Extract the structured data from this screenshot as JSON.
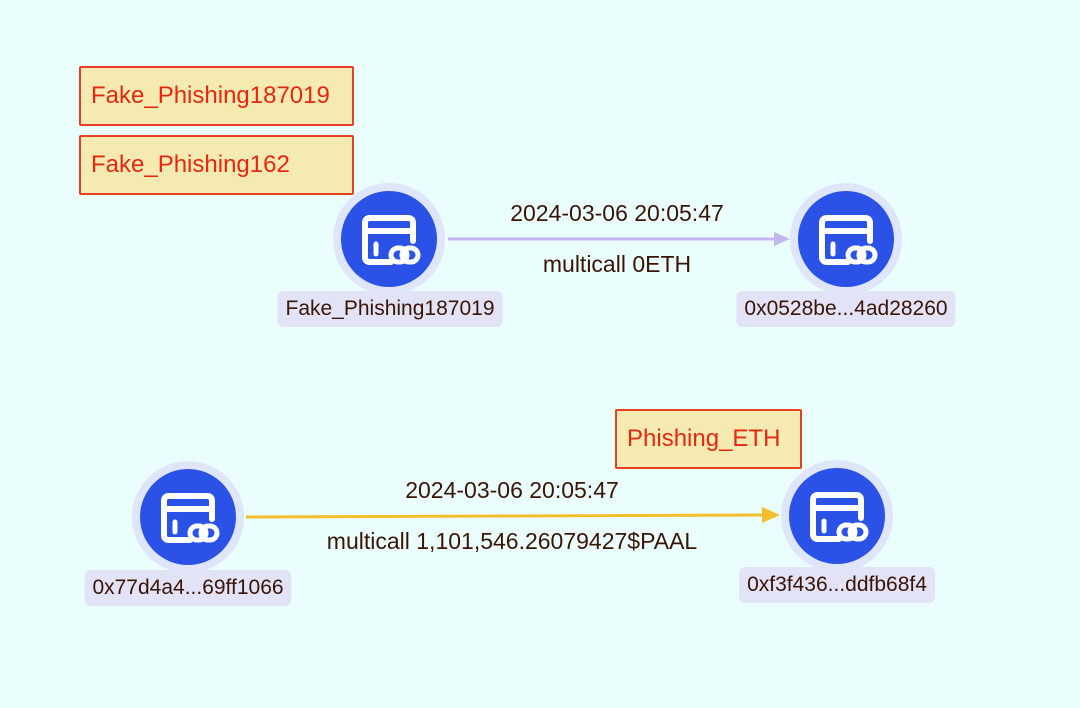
{
  "tags": {
    "fake_phishing_187019": "Fake_Phishing187019",
    "fake_phishing_162": "Fake_Phishing162",
    "phishing_eth": "Phishing_ETH"
  },
  "nodes": {
    "a": {
      "address": "Fake_Phishing187019",
      "icon": "contract-link-icon"
    },
    "b": {
      "address": "0x0528be...4ad28260",
      "icon": "contract-link-icon"
    },
    "c": {
      "address": "0x77d4a4...69ff1066",
      "icon": "contract-link-icon"
    },
    "d": {
      "address": "0xf3f436...ddfb68f4",
      "icon": "contract-link-icon"
    }
  },
  "edges": {
    "ab": {
      "time": "2024-03-06 20:05:47",
      "label": "multicall 0ETH",
      "color": "#c4b6f1"
    },
    "cd": {
      "time": "2024-03-06 20:05:47",
      "label": "multicall 1,101,546.26079427$PAAL",
      "color": "#f3bd2b"
    }
  },
  "colors": {
    "background": "#ebfefe",
    "node": "#2a52e6",
    "node_ring": "#dfe6fb",
    "tag_fill": "#f6eab3",
    "tag_border": "#e44021",
    "tag_text": "#e8270f"
  }
}
